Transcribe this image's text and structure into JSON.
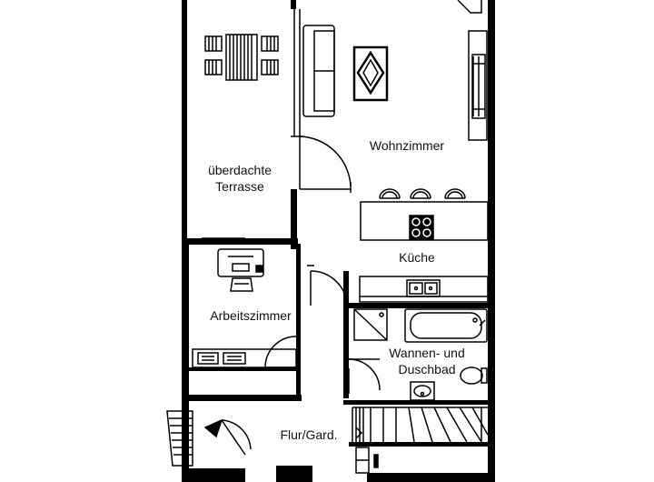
{
  "rooms": {
    "terrace_line1": "überdachte",
    "terrace_line2": "Terrasse",
    "living": "Wohnzimmer",
    "kitchen": "Küche",
    "office": "Arbeitszimmer",
    "bath_line1": "Wannen- und",
    "bath_line2": "Duschbad",
    "hall": "Flur/Gard."
  },
  "colors": {
    "wall": "#000000",
    "furniture": "#111111",
    "background": "#ffffff"
  }
}
